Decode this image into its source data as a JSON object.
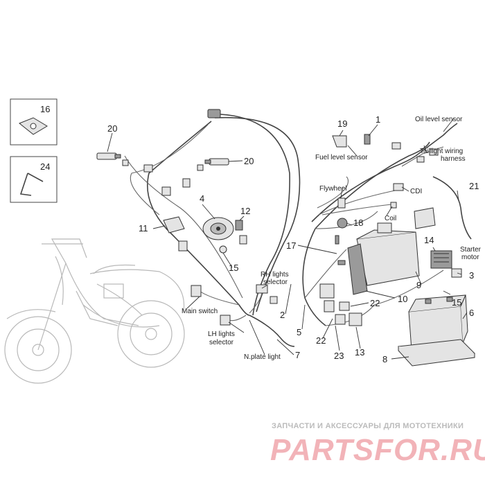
{
  "callouts": {
    "n1": "1",
    "n2": "2",
    "n3": "3",
    "n4": "4",
    "n5": "5",
    "n6": "6",
    "n7": "7",
    "n8": "8",
    "n9": "9",
    "n10": "10",
    "n11": "11",
    "n12": "12",
    "n13": "13",
    "n14": "14",
    "n15a": "15",
    "n15b": "15",
    "n16": "16",
    "n17": "17",
    "n18": "18",
    "n19": "19",
    "n20a": "20",
    "n20b": "20",
    "n21": "21",
    "n22a": "22",
    "n22b": "22",
    "n23": "23",
    "n24": "24"
  },
  "labels": {
    "oil_level_sensor": "Oil level sensor",
    "fuel_level_sensor": "Fuel level sensor",
    "taillight_1": "Taillight wiring",
    "taillight_2": "harness",
    "flywheel": "Flywheel",
    "cdi": "CDI",
    "coil": "Coil",
    "starter_1": "Starter",
    "starter_2": "motor",
    "rh_lights_1": "RH lights",
    "rh_lights_2": "selector",
    "main_switch": "Main switch",
    "lh_lights_1": "LH lights",
    "lh_lights_2": "selector",
    "nplate_light": "N.plate light"
  },
  "watermark": {
    "tagline": "ЗАПЧАСТИ И АКСЕССУАРЫ ДЛЯ МОТОТЕХНИКИ",
    "brand": "PARTSFOR.RU",
    "color": "#f2b3b8"
  }
}
